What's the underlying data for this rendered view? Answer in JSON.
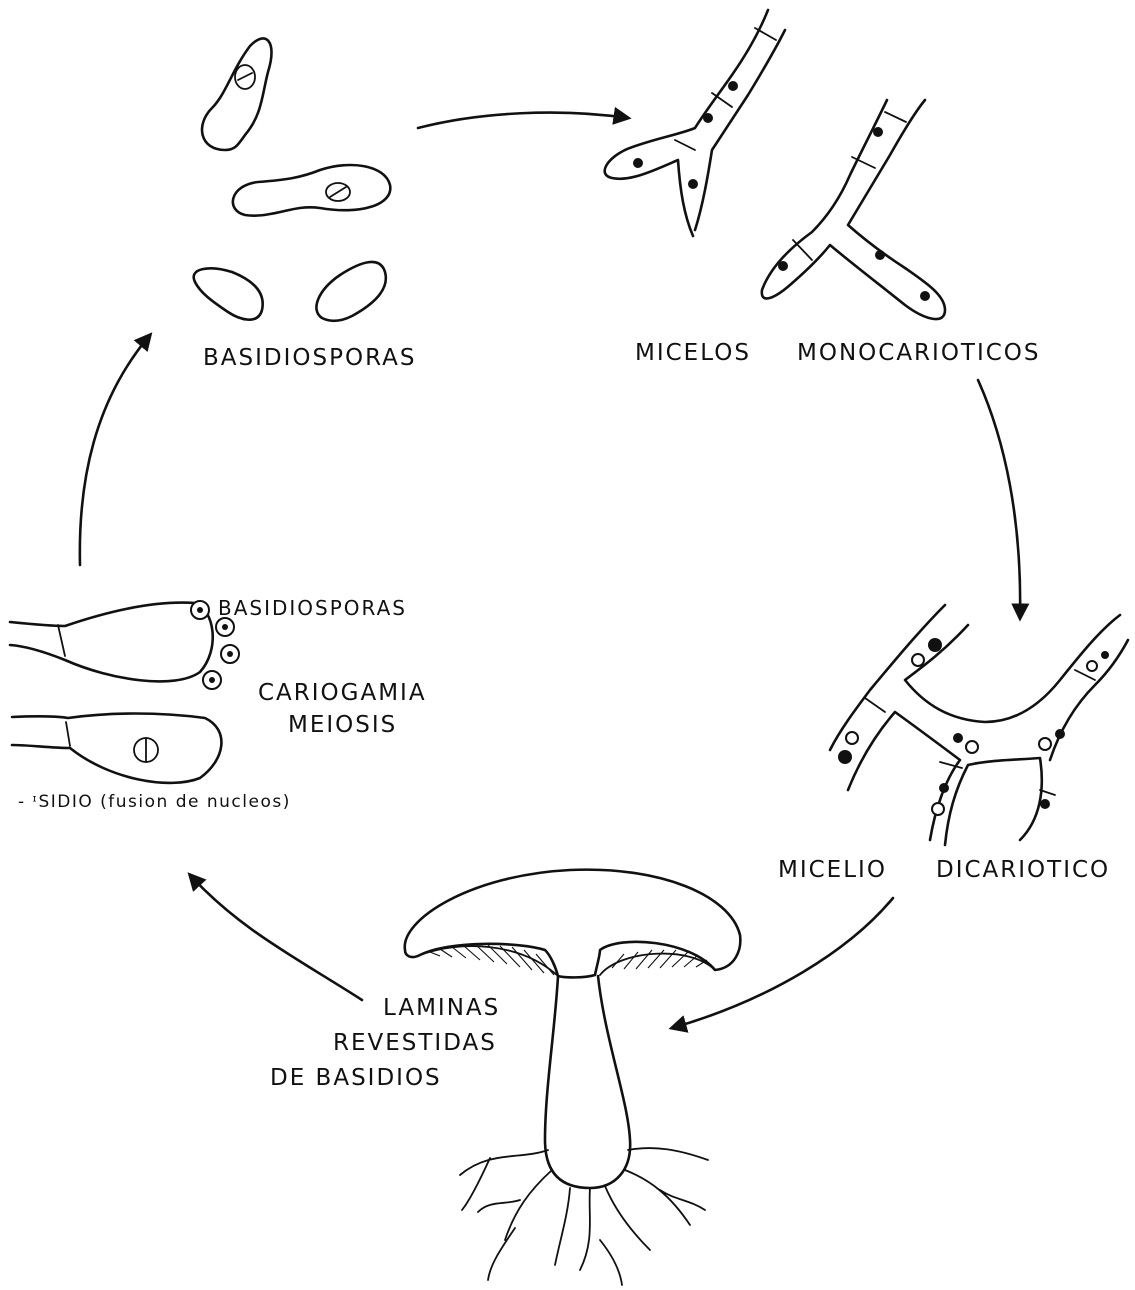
{
  "labels": {
    "basidiosporas_top": "BASIDIOSPORAS",
    "micelos": "MICELOS",
    "monocarioticos": "MONOCARIOTICOS",
    "micelio": "MICELIO",
    "dicariotico": "DICARIOTICO",
    "laminas_line1": "LAMINAS",
    "laminas_line2": "REVESTIDAS",
    "laminas_line3": "DE BASIDIOS",
    "basidiosporas_small": "BASIDIOSPORAS",
    "cariogamia": "CARIOGAMIA",
    "meiosis": "MEIOSIS",
    "basidio_caption": "- ᶦSIDIO (fusion de nucleos)"
  },
  "colors": {
    "ink": "#111111",
    "paper": "#ffffff"
  }
}
